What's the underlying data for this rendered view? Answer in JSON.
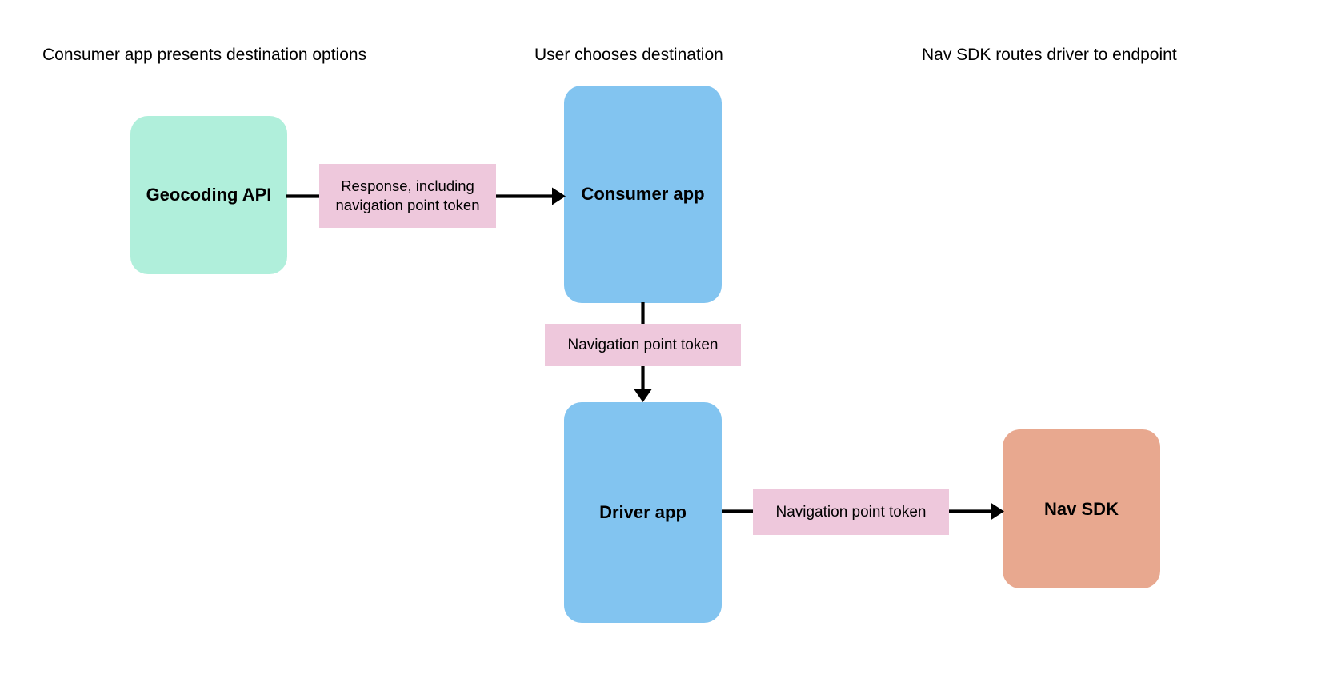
{
  "diagram": {
    "title_columns": [
      {
        "id": "left",
        "label": "Consumer app presents destination options"
      },
      {
        "id": "mid",
        "label": "User chooses destination"
      },
      {
        "id": "right",
        "label": "Nav SDK routes driver to endpoint"
      }
    ],
    "nodes": [
      {
        "id": "geocoding",
        "label": "Geocoding API",
        "color": "#b0efdb"
      },
      {
        "id": "consumer",
        "label": "Consumer app",
        "color": "#82c4f0"
      },
      {
        "id": "driver",
        "label": "Driver app",
        "color": "#82c4f0"
      },
      {
        "id": "navsdk",
        "label": "Nav SDK",
        "color": "#e8a88f"
      }
    ],
    "edge_labels": [
      {
        "id": "response",
        "label": "Response, including navigation point token",
        "color": "#eec8dc"
      },
      {
        "id": "nav_token_1",
        "label": "Navigation point token",
        "color": "#eec8dc"
      },
      {
        "id": "nav_token_2",
        "label": "Navigation point token",
        "color": "#eec8dc"
      }
    ],
    "edges": [
      {
        "from": "geocoding",
        "to": "consumer",
        "via": "response",
        "direction": "right",
        "arrow": true
      },
      {
        "from": "consumer",
        "to": "driver",
        "via": "nav_token_1",
        "direction": "down",
        "arrow": true
      },
      {
        "from": "driver",
        "to": "navsdk",
        "via": "nav_token_2",
        "direction": "right",
        "arrow": true
      }
    ],
    "colors": {
      "background": "#ffffff",
      "mint": "#b0efdb",
      "blue": "#82c4f0",
      "pink": "#eec8dc",
      "salmon": "#e8a88f",
      "stroke": "#000000",
      "text": "#000000"
    }
  }
}
